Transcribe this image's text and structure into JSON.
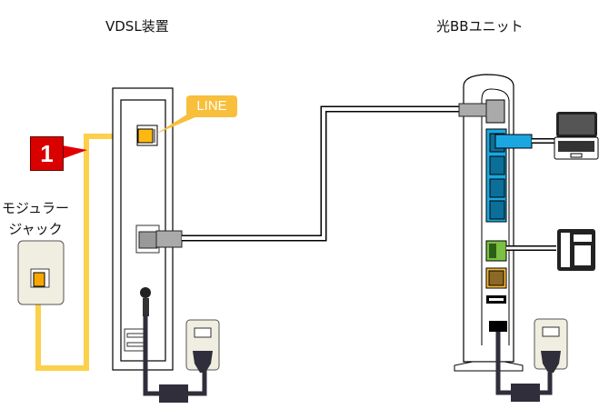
{
  "labels": {
    "vdsl_device": "VDSL装置",
    "bb_unit": "光BBユニット",
    "modular_jack_line1": "モジュラー",
    "modular_jack_line2": "ジャック",
    "line_port_tag": "LINE",
    "step_number": "1"
  },
  "colors": {
    "phone_cable": "#fcd04a",
    "step_badge": "#d90000",
    "line_tag": "#f7bf3b",
    "lan_port": "#1aa7e0",
    "tel_port": "#7bc043",
    "power_cable": "#2f2e3a"
  }
}
